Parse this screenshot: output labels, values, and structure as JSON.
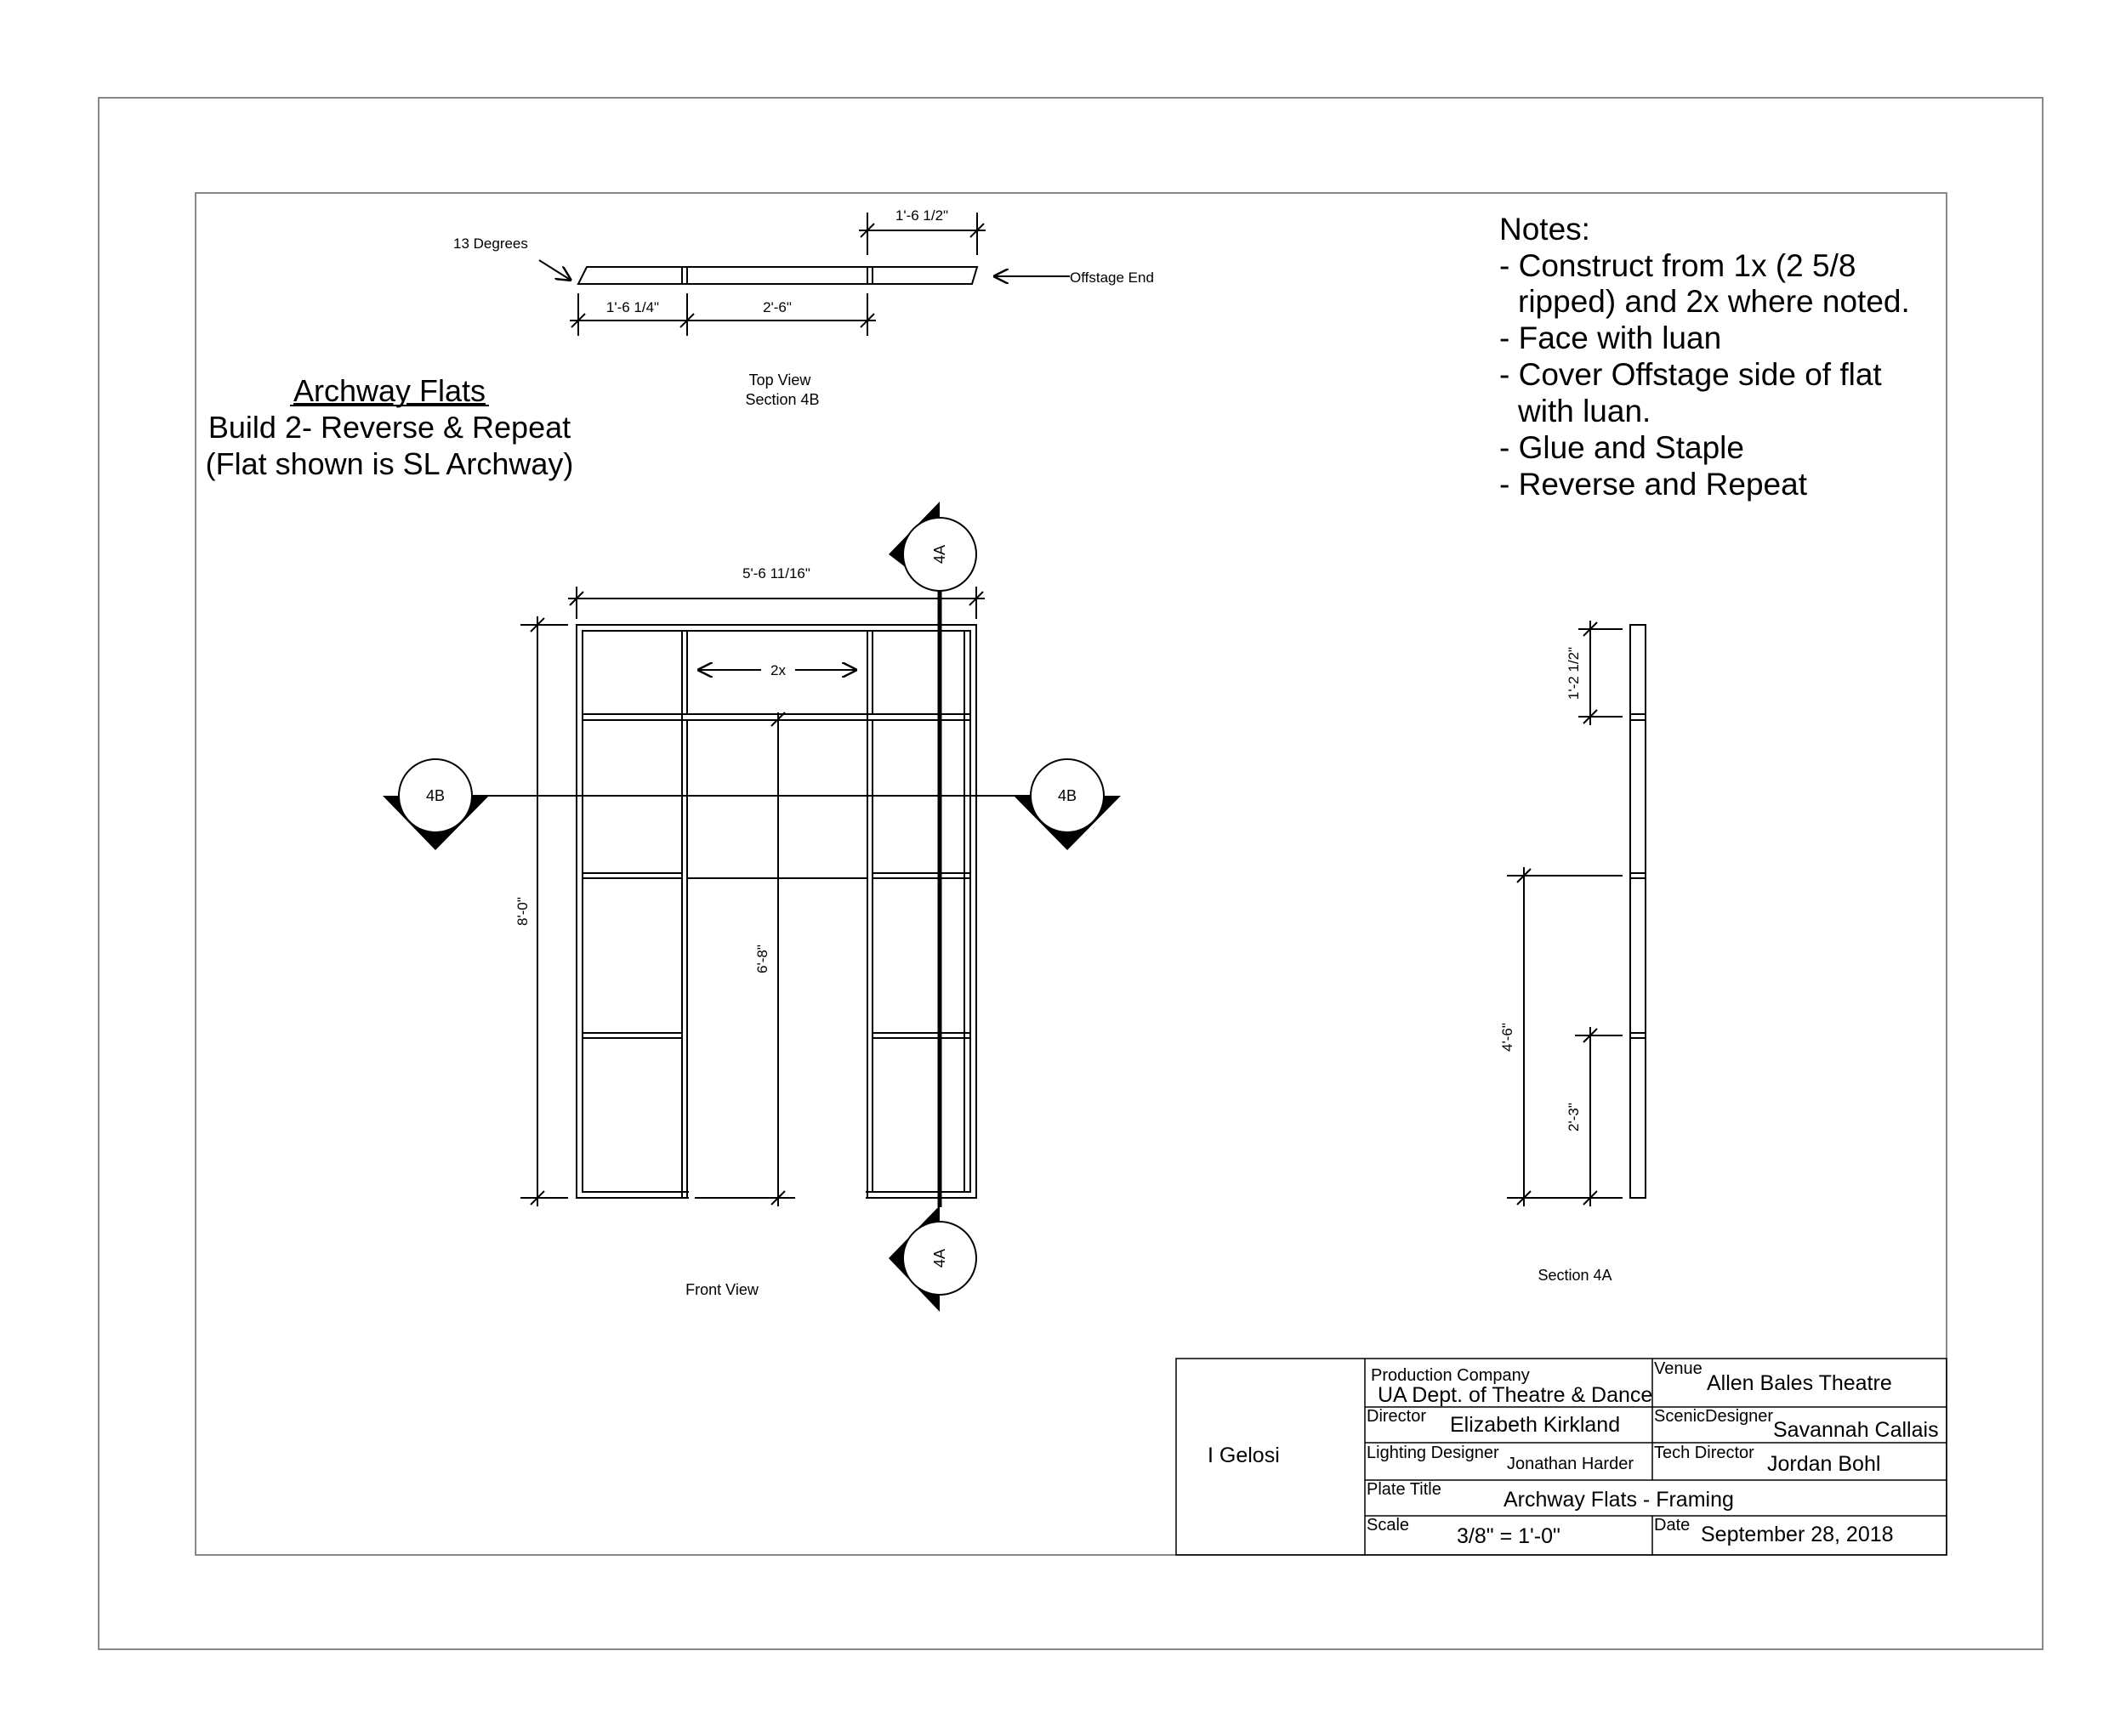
{
  "top_view": {
    "angle_label": "13 Degrees",
    "offstage_label": "Offstage End",
    "dim_top": "1'-6 1/2\"",
    "dim_left": "1'-6 1/4\"",
    "dim_mid": "2'-6\"",
    "caption_1": "Top View",
    "caption_2": "Section 4B"
  },
  "title_block_left": {
    "title": "Archway Flats",
    "line_1": "Build 2- Reverse & Repeat",
    "line_2": "(Flat shown is SL Archway)"
  },
  "notes": {
    "heading": "Notes:",
    "lines": [
      "- Construct from 1x (2 5/8",
      "ripped) and 2x where noted.",
      "- Face with luan",
      "- Cover Offstage side of flat",
      "with luan.",
      "- Glue and Staple",
      "- Reverse and Repeat"
    ]
  },
  "front_view": {
    "dim_width": "5'-6 11/16\"",
    "dim_height": "8'-0\"",
    "dim_opening": "6'-8\"",
    "header_note": "2x",
    "section_a": "4A",
    "section_b": "4B",
    "caption": "Front View"
  },
  "section_view": {
    "dim_top": "1'-2 1/2\"",
    "dim_4_6": "4'-6\"",
    "dim_2_3": "2'-3\"",
    "caption": "Section 4A"
  },
  "title_block": {
    "designer": "I Gelosi",
    "production_company_label": "Production Company",
    "production_company": "UA Dept. of Theatre & Dance",
    "venue_label": "Venue",
    "venue": "Allen Bales Theatre",
    "director_label": "Director",
    "director": "Elizabeth Kirkland",
    "scenic_label": "ScenicDesigner",
    "scenic": "Savannah Callais",
    "lighting_label": "Lighting Designer",
    "lighting": "Jonathan Harder",
    "tech_label": "Tech Director",
    "tech": "Jordan Bohl",
    "plate_label": "Plate Title",
    "plate": "Archway Flats - Framing",
    "scale_label": "Scale",
    "scale": "3/8\" = 1'-0\"",
    "date_label": "Date",
    "date": "September 28, 2018"
  }
}
